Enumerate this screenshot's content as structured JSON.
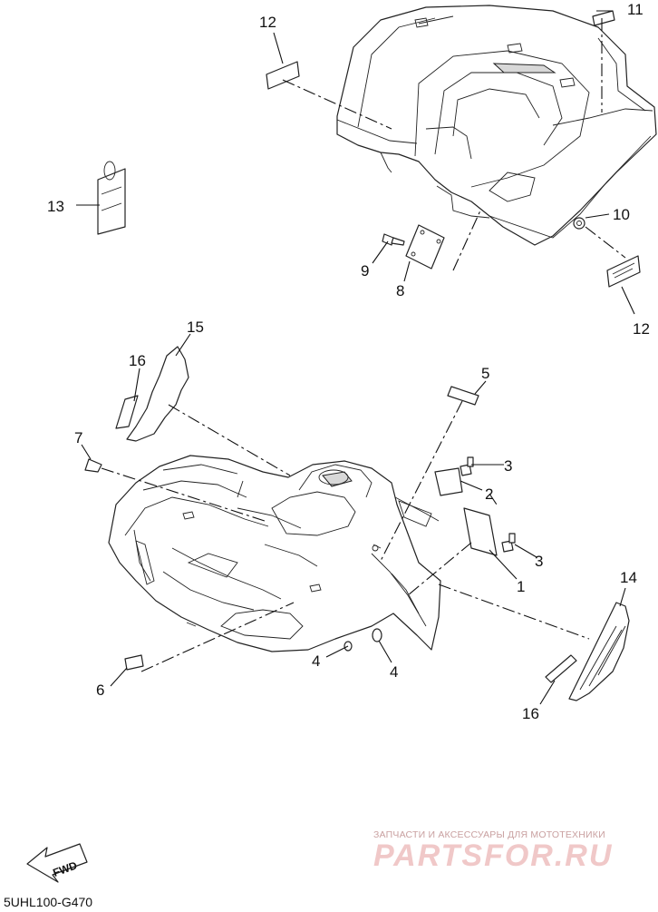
{
  "diagram": {
    "code": "5UHL100-G470",
    "fwd_label": "FWD",
    "callouts": [
      "1",
      "2",
      "3",
      "3",
      "4",
      "4",
      "5",
      "6",
      "7",
      "8",
      "9",
      "10",
      "11",
      "12",
      "12",
      "13",
      "14",
      "15",
      "16",
      "16"
    ]
  },
  "watermark": {
    "line1": "ЗАПЧАСТИ И АКСЕССУАРЫ ДЛЯ МОТОТЕХНИКИ",
    "line2": "PARTSFOR.RU"
  }
}
